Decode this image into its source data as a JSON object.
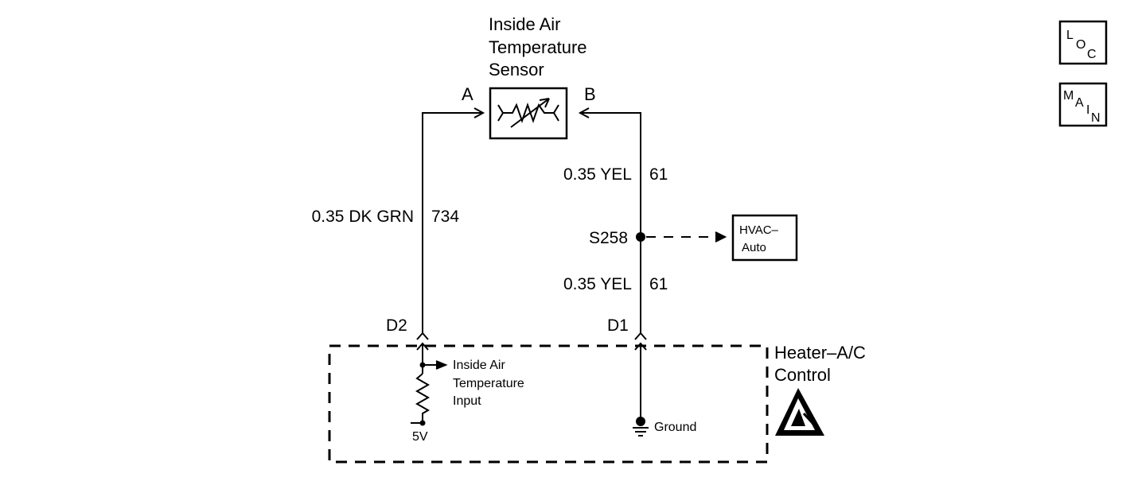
{
  "sensor": {
    "title_lines": [
      "Inside Air",
      "Temperature",
      "Sensor"
    ],
    "terminal_a": "A",
    "terminal_b": "B"
  },
  "wires": {
    "left": {
      "gauge_color": "0.35 DK GRN",
      "circuit": "734"
    },
    "right_upper": {
      "gauge_color": "0.35 YEL",
      "circuit": "61"
    },
    "right_lower": {
      "gauge_color": "0.35 YEL",
      "circuit": "61"
    }
  },
  "splice": {
    "label": "S258"
  },
  "hvac_box": {
    "lines": [
      "HVAC–",
      "Auto"
    ]
  },
  "connectors": {
    "d2": "D2",
    "d1": "D1"
  },
  "control": {
    "title_lines": [
      "Heater–A/C",
      "Control"
    ],
    "input_lines": [
      "Inside Air",
      "Temperature",
      "Input"
    ],
    "supply": "5V",
    "ground": "Ground"
  },
  "nav": {
    "loc": [
      "L",
      "O",
      "C"
    ],
    "main": [
      "M",
      "A",
      "I",
      "N"
    ]
  }
}
